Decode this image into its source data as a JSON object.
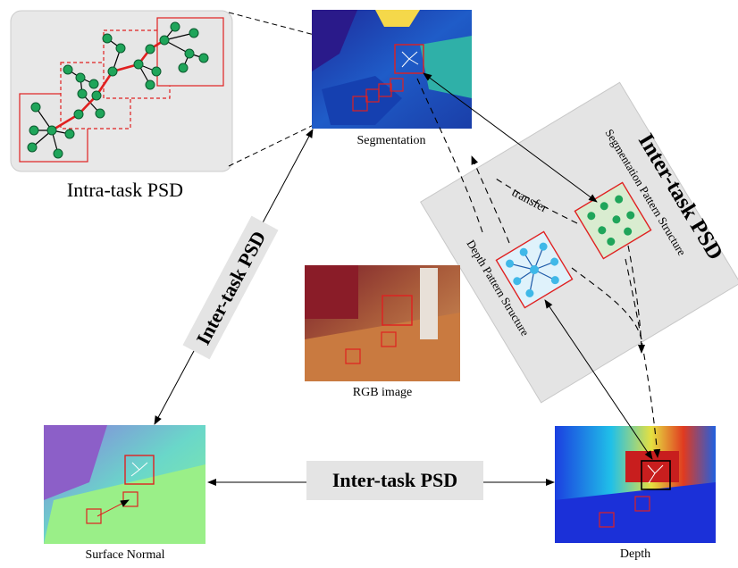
{
  "labels": {
    "intra_task": "Intra-task PSD",
    "inter_task_left": "Inter-task PSD",
    "inter_task_bottom": "Inter-task PSD",
    "inter_task_right": "Inter-task PSD",
    "segmentation": "Segmentation",
    "rgb": "RGB image",
    "surface_normal": "Surface Normal",
    "depth": "Depth",
    "seg_pattern": "Segmentation Pattern Structure",
    "depth_pattern": "Depth Pattern Structure",
    "transfer": "transfer"
  },
  "colors": {
    "red": "#e02020",
    "green_node": "#1fa55a",
    "cyan_node": "#3fb8e8",
    "panel_gray": "#e4e4e4",
    "seg_fill": "#d9ecd0",
    "depth_fill": "#dff2fb"
  }
}
